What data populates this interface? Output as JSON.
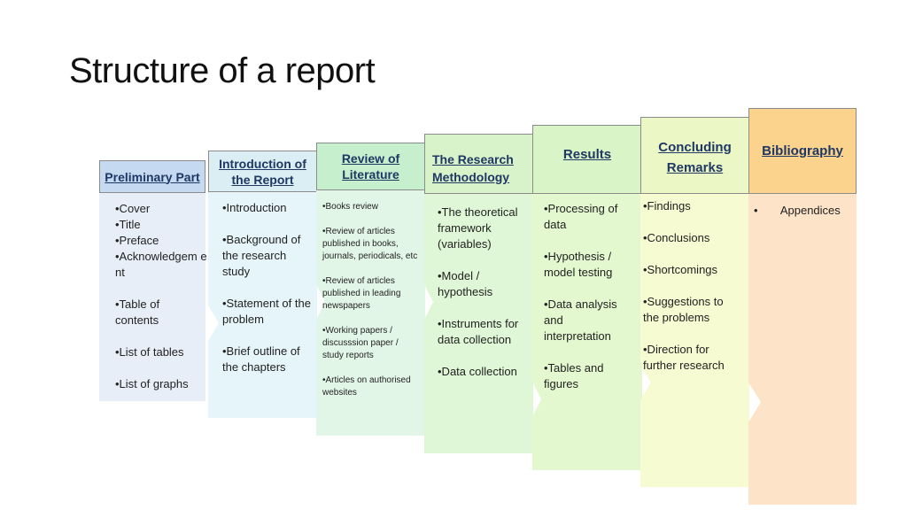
{
  "title": "Structure of a report",
  "columns": [
    {
      "heading": "Preliminary Part",
      "items": [
        "•Cover",
        "•Title",
        "•Preface",
        "•Acknowledgem ent",
        "•Table of contents",
        "•List of tables",
        "•List of graphs"
      ],
      "head_color": "#c5d9f1",
      "body_color": "#e8eef8"
    },
    {
      "heading": "Introduction of the Report",
      "items": [
        "•Introduction",
        "•Background of the research study",
        "•Statement of the problem",
        "•Brief outline of the chapters"
      ],
      "head_color": "#daeef3",
      "body_color": "#e6f5f9"
    },
    {
      "heading": "Review of Literature",
      "items": [
        "•Books review",
        "•Review of articles published in books, journals, periodicals, etc",
        "•Review of articles published in leading newspapers",
        "•Working papers / discusssion paper / study reports",
        "•Articles on authorised websites"
      ],
      "head_color": "#c6efce",
      "body_color": "#e2f6e8"
    },
    {
      "heading": "The Research Methodology",
      "items": [
        "•The theoretical framework (variables)",
        "•Model / hypothesis",
        "•Instruments for data collection",
        "•Data collection"
      ],
      "head_color": "#d8f2c9",
      "body_color": "#dff7d6"
    },
    {
      "heading": "Results",
      "items": [
        "•Processing of data",
        "•Hypothesis / model testing",
        "•Data analysis and interpretation",
        "•Tables and figures"
      ],
      "head_color": "#d9f4c6",
      "body_color": "#e3f8cf"
    },
    {
      "heading": "Concluding Remarks",
      "items": [
        "•Findings",
        "•Conclusions",
        "•Shortcomings",
        "•Suggestions to the problems",
        "•Direction for further research"
      ],
      "head_color": "#ecf7c6",
      "body_color": "#f6fbd2"
    },
    {
      "heading": "Bibliography",
      "items": [
        "•       Appendices"
      ],
      "head_color": "#fbd38d",
      "body_color": "#fde4c8"
    }
  ]
}
